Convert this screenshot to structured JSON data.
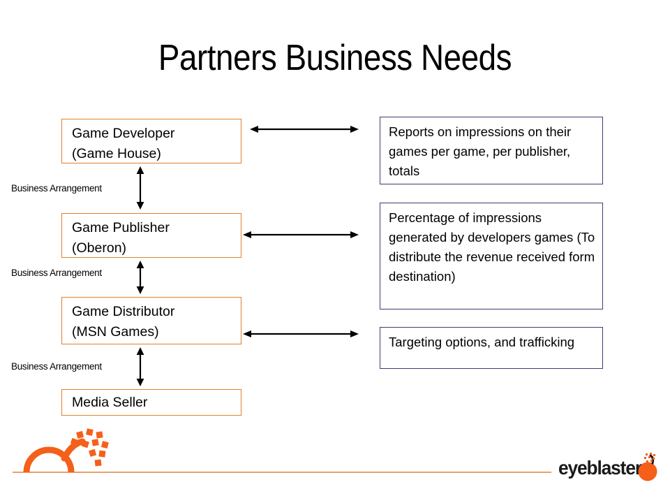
{
  "slide": {
    "title": "Partners Business Needs",
    "background_color": "#ffffff"
  },
  "colors": {
    "role_box_border": "#e0802f",
    "need_box_border": "#3b3b77",
    "footer_rule": "#e8a06a",
    "brand_orange": "#f4601a",
    "text": "#000000"
  },
  "value_chain": {
    "roles": [
      {
        "id": "game-developer",
        "line1": "Game Developer",
        "line2": "(Game House)"
      },
      {
        "id": "game-publisher",
        "line1": "Game Publisher",
        "line2": "(Oberon)"
      },
      {
        "id": "game-distributor",
        "line1": "Game Distributor",
        "line2": "(MSN Games)"
      },
      {
        "id": "media-seller",
        "line1": "Media Seller",
        "line2": ""
      }
    ],
    "connector_labels": [
      "Business Arrangement",
      "Business Arrangement",
      "Business Arrangement"
    ],
    "connector_icon": "double-headed-vertical-arrow-icon"
  },
  "needs": {
    "link_icon": "double-headed-horizontal-arrow-icon",
    "items": [
      {
        "id": "reports",
        "text": "Reports on impressions on their games per game, per publisher, totals"
      },
      {
        "id": "percentage",
        "text": "Percentage of impressions generated by  developers games (To distribute the revenue received form destination)"
      },
      {
        "id": "targeting",
        "text": "Targeting options, and trafficking"
      }
    ]
  },
  "footer": {
    "sun_logo_name": "sunburst-logo",
    "brand_name": "eyeblaster",
    "bomb_icon_name": "bomb-icon"
  }
}
